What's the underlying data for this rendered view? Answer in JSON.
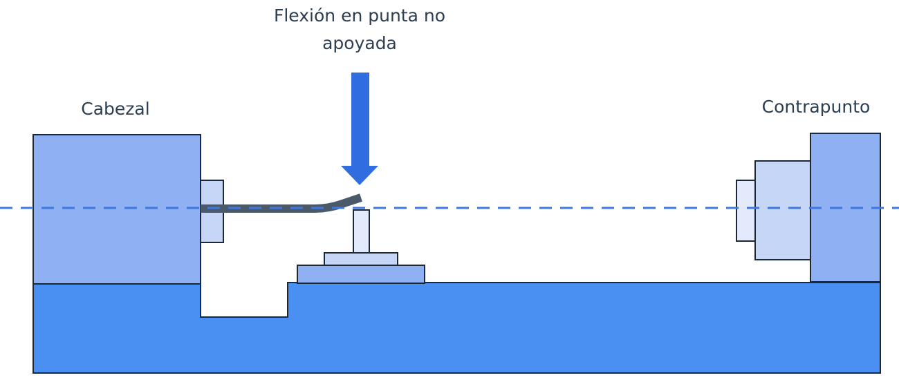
{
  "labels": {
    "headstock": "Cabezal",
    "tailstock": "Contrapunto",
    "force_line1": "Flexión en punta no",
    "force_line2": "apoyada"
  },
  "colors": {
    "bed": "#4a90f2",
    "block_light": "#8fb0f3",
    "block_pale": "#c6d6f7",
    "block_faint": "#e3eafb",
    "arrow": "#2f6de1",
    "workpiece": "#4a5a6b",
    "centerline": "#3d78e3",
    "stroke": "#1c2836",
    "text": "#2c3e50"
  },
  "icons": {
    "force": "down-arrow-icon"
  }
}
